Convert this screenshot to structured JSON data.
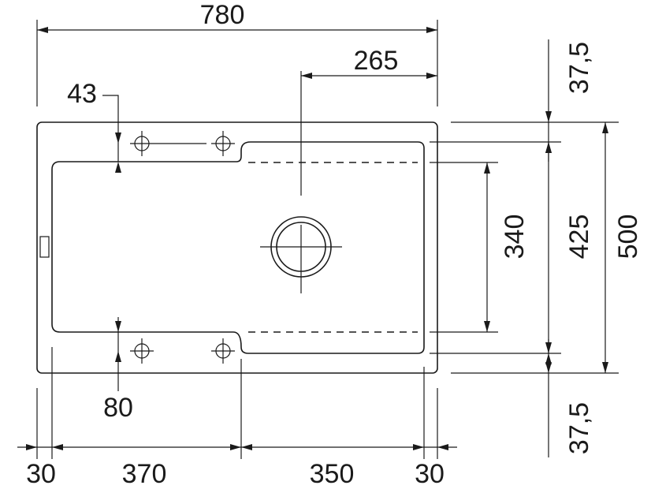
{
  "dimensions": {
    "total_width": "780",
    "drain_offset": "265",
    "tap_hole_offset": "43",
    "margin_top": "37,5",
    "bowl_inner_height": "340",
    "bowl_height": "425",
    "total_height": "500",
    "tap_hole_offset_bottom": "80",
    "margin_bottom": "37,5",
    "edge_left": "30",
    "drainer_width": "370",
    "bowl_width": "350",
    "edge_right": "30"
  }
}
